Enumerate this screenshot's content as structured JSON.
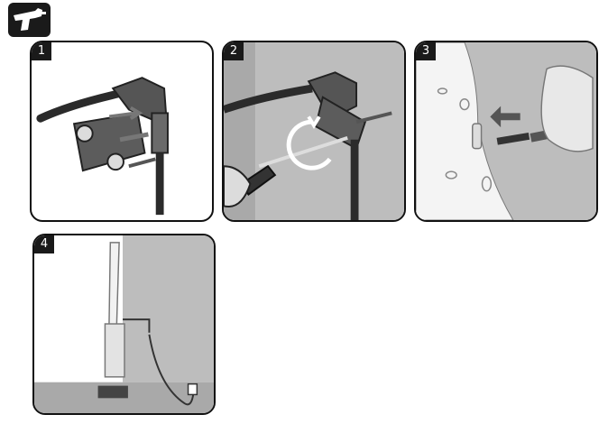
{
  "header": {
    "icon": "wall-drill-icon"
  },
  "steps": [
    {
      "number": "1",
      "illustration": "wall-bracket-with-screws"
    },
    {
      "number": "2",
      "illustration": "screwdriver-mounting-bracket"
    },
    {
      "number": "3",
      "illustration": "plug-charger-into-vacuum"
    },
    {
      "number": "4",
      "illustration": "vacuum-charging-by-wall"
    }
  ],
  "colors": {
    "badge": "#1a1a1a",
    "wall": "#bdbdbd",
    "frame": "#111111"
  }
}
